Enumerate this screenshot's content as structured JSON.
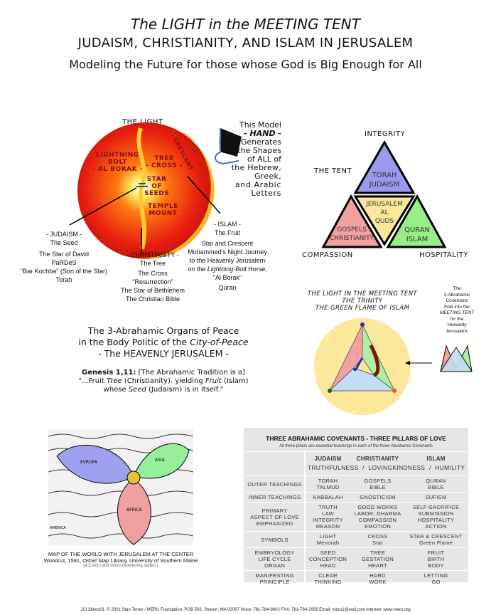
{
  "header": {
    "title": "The LIGHT in the MEETING TENT",
    "subtitle": "JUDAISM, CHRISTIANITY, AND ISLAM IN JERUSALEM",
    "tagline": "Modeling the Future for those whose God is Big Enough for All"
  },
  "sphere": {
    "title": "THE LIGHT",
    "labels": {
      "lightning": [
        "LIGHTNING",
        "BOLT",
        "- AL BORAK -"
      ],
      "tree": [
        "TREE",
        "- CROSS -"
      ],
      "star": [
        "STAR",
        "OF",
        "SEEDS"
      ],
      "temple": [
        "TEMPLE",
        "MOUNT"
      ],
      "crescent": "CRESCENT"
    }
  },
  "hand_note": {
    "lines": [
      "This Model",
      "- HAND -",
      "Generates",
      "the Shapes",
      "of ALL of",
      "the Hebrew, Greek,",
      "and Arabic Letters"
    ]
  },
  "judaism": {
    "lines": [
      "- JUDAISM -",
      "The Seed",
      "The Star of David",
      "PaRDeS",
      "\"Bar Kochba\" (Son of the Star)",
      "Torah"
    ]
  },
  "christianity": {
    "lines": [
      "- CHRISTIANITY -",
      "The Tree",
      "The Cross",
      "\"Resurrection\"",
      "The Star of Bethlehem",
      "The Christian Bible"
    ]
  },
  "islam": {
    "lines": [
      "- ISLAM -",
      "The Fruit",
      "Star and Crescent",
      "Mohammed's Night Journey",
      "to the Heavenly Jerusalem",
      "on the ",
      "Lightning-Bolt",
      " Horse,",
      "\"Al Borak\"",
      "Quran"
    ]
  },
  "tent": {
    "integrity": "INTEGRITY",
    "the_tent": "THE TENT",
    "compassion": "COMPASSION",
    "hospitality": "HOSPITALITY",
    "torah": [
      "TORAH",
      "JUDAISM"
    ],
    "jerusalem": [
      "JERUSALEM",
      "AL",
      "QUDS"
    ],
    "gospels": [
      "GOSPELS",
      "CHRISTIANITY"
    ],
    "quran": [
      "QURAN",
      "ISLAM"
    ],
    "colors": {
      "blue": "#9999ee",
      "red": "#f5a0a0",
      "yellow": "#fbe89a",
      "green": "#99ee88"
    }
  },
  "organs": {
    "lines": [
      "The 3-Abrahamic Organs of Peace",
      "in the Body Politic of the ",
      "City-of-Peace",
      "- The HEAVENLY JERUSALEM -"
    ],
    "genesis": "Genesis 1,11:",
    "genesis_bracket": "[The Abrahamic Tradition is a]",
    "q1": "\"...Fruit ",
    "tree": "Tree",
    "q2": " (Christianity). yielding ",
    "fruit": "Fruit",
    "q3": " (Islam)",
    "q4": "whose ",
    "seed": "Seed",
    "q5": " (Judaism) is in itself.\""
  },
  "trinity": {
    "lines": [
      "THE LIGHT IN THE MEETING TENT",
      "THE TRINITY",
      "THE GREEN FLAME OF ISLAM"
    ]
  },
  "fold_note": {
    "lines": [
      "The",
      "3-Abrahamic",
      "Covenants",
      "Fold into the",
      "MEETING TENT",
      "for the",
      "Heavenly",
      "Jerusalem."
    ]
  },
  "map": {
    "caption1": "MAP OF THE WORLD WITH JERUSALEM AT THE CENTER",
    "caption2": "Woodcut, 1581, Osher Map Library, University of Southern Maine",
    "caption3": "(4-Colors and minor re-lettering added.)",
    "labels": [
      "EVROPA",
      "ASIA",
      "AFRICA",
      "AMERICA"
    ]
  },
  "table": {
    "title": "THREE ABRAHAMIC COVENANTS - THREE PILLARS OF LOVE",
    "subtitle": "All three pillars are essential teachings in each of the three Abrahamic Covenants",
    "columns": [
      "JUDAISM",
      "CHRISTIANITY",
      "ISLAM"
    ],
    "virtues": [
      "TRUTHFULNESS",
      "/",
      "LOVINGKINDNESS",
      "/",
      "HUMILITY"
    ],
    "rows": [
      [
        "OUTER TEACHINGS",
        "TORAH\nTALMUD",
        "GOSPELS\nBIBLE",
        "QURAN\nBIBLE"
      ],
      [
        "INNER TEACHINGS",
        "KABBALAH",
        "GNOSTICISM",
        "SUFISM"
      ],
      [
        "PRIMARY\nASPECT OF LOVE\nEMPHASIZED",
        "TRUTH\nLAW\nINTEGRITY\nREASON",
        "GOOD WORKS\nLABOR; DHARMA\nCOMPASSION\nEMOTION",
        "SELF-SACRIFICE\nSUBMISSION\nHOSPITALITY\nACTION"
      ],
      [
        "SYMBOLS",
        "LIGHT\nMenorah",
        "CROSS\nStar",
        "STAR & CRESCENT\nGreen Flame"
      ],
      [
        "EMBRYOLOGY\nLIFE CYCLE\nORGAN",
        "SEED\nCONCEPTION\nHEAD",
        "TREE\nGESTATION\nHEART",
        "FRUIT\nBIRTH\nBODY"
      ],
      [
        "MANIFESTING\nPRINCIPLE",
        "CLEAR\nTHINKING",
        "HARD\nWORK",
        "LETTING\nGO"
      ]
    ]
  },
  "footer": "JCI 28nov01, © 2001 Stan Tenen / MERU Foundation, POB 503, Sharon, MA 02067   Voice: 781-784-8902   FAX: 781-784-2956   Email: meru1@well.com   Internet: www.meru.org"
}
